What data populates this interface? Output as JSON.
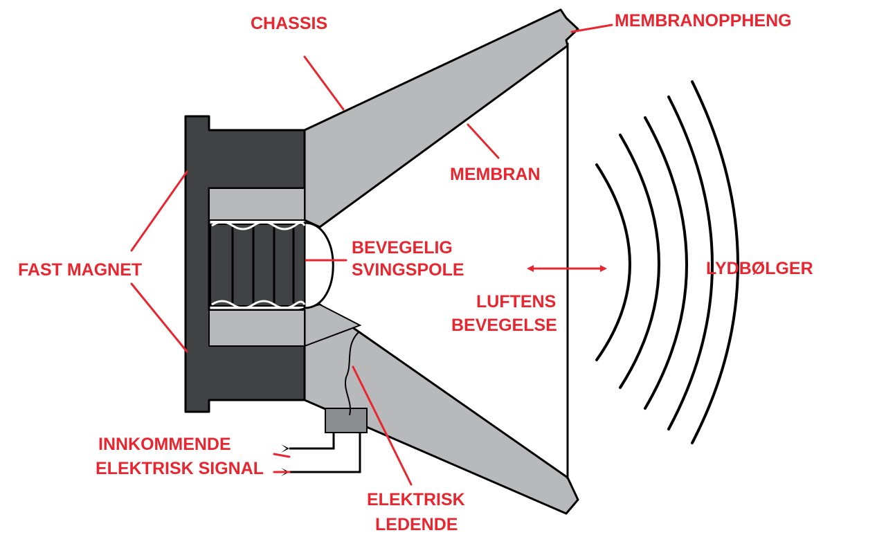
{
  "labels": {
    "chassis": "CHASSIS",
    "membranoppheng": "MEMBRANOPPHENG",
    "membran": "MEMBRAN",
    "fast_magnet": "FAST MAGNET",
    "bevegelig": "BEVEGELIG",
    "svingspole": "SVINGSPOLE",
    "luftens": "LUFTENS",
    "bevegelse": "BEVEGELSE",
    "lydbolger": "LYDBØLGER",
    "innkommende": "INNKOMMENDE",
    "elektrisk_signal": "ELEKTRISK SIGNAL",
    "elektrisk": "ELEKTRISK",
    "ledende": "LEDENDE"
  },
  "colors": {
    "label": "#e8262f",
    "magnet": "#414244",
    "cone": "#b8b9bb",
    "outline": "#000000",
    "background": "#ffffff"
  }
}
